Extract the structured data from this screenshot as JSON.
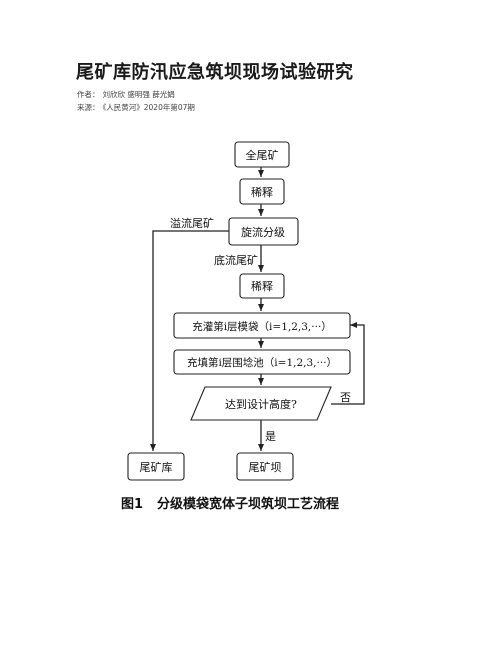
{
  "article": {
    "title": "尾矿库防汛应急筑坝现场试验研究",
    "author_label": "作者：",
    "authors": "刘欣欣 盛明强 薛光娟",
    "source_label": "来源：",
    "source": "《人民黄河》2020年第07期"
  },
  "figure": {
    "nodes": {
      "whole_tailings": "全尾矿",
      "dilute_1": "稀释",
      "cyclone": "旋流分级",
      "dilute_2": "稀释",
      "fill_bag": "充灌第i层模袋（i=1,2,3,···）",
      "fill_pond": "充填第i层围埝池（i=1,2,3,···）",
      "decision": "达到设计高度?",
      "tailings_pond": "尾矿库",
      "tailings_dam": "尾矿坝"
    },
    "edge_labels": {
      "overflow": "溢流尾矿",
      "underflow": "底流尾矿",
      "no": "否",
      "yes": "是"
    },
    "caption_number": "图1",
    "caption_text": "分级模袋宽体子坝筑坝工艺流程"
  }
}
